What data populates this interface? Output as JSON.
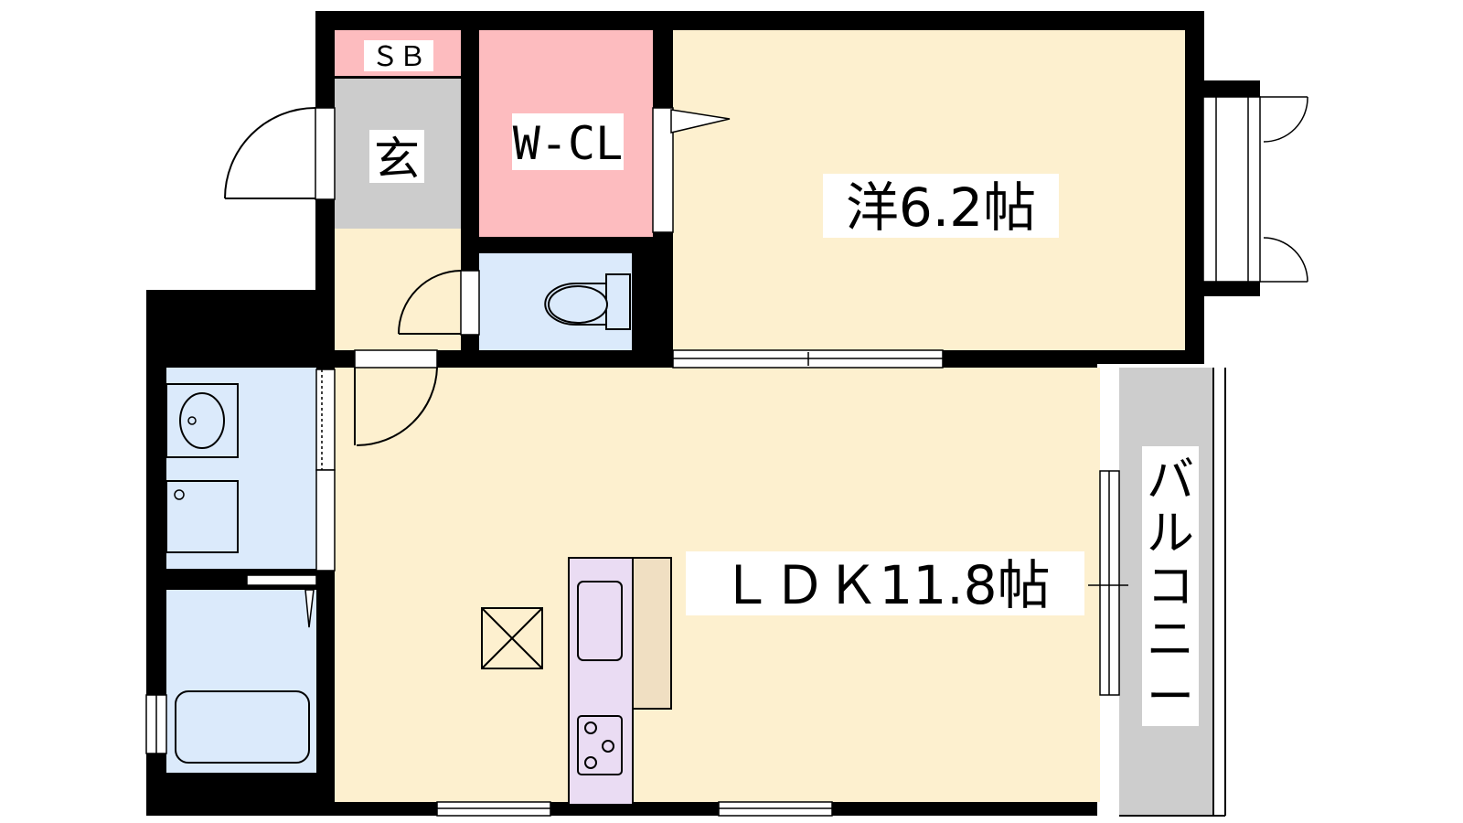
{
  "plan": {
    "rooms": {
      "sb": "ＳＢ",
      "genkan": "玄",
      "wcl": "W-CL",
      "western": "洋6.2帖",
      "ldk": "ＬＤＫ11.8帖",
      "balcony": [
        "バ",
        "ル",
        "コ",
        "ニ",
        "ー"
      ]
    },
    "colors": {
      "wall": "#000000",
      "floor": "#fdf0cf",
      "wet_area": "#dbeafb",
      "closet": "#fdbcbf",
      "entrance": "#cccccc",
      "balcony": "#cdcdcd",
      "kitchen": "#eadcf3",
      "counter": "#f0dfc2"
    }
  }
}
